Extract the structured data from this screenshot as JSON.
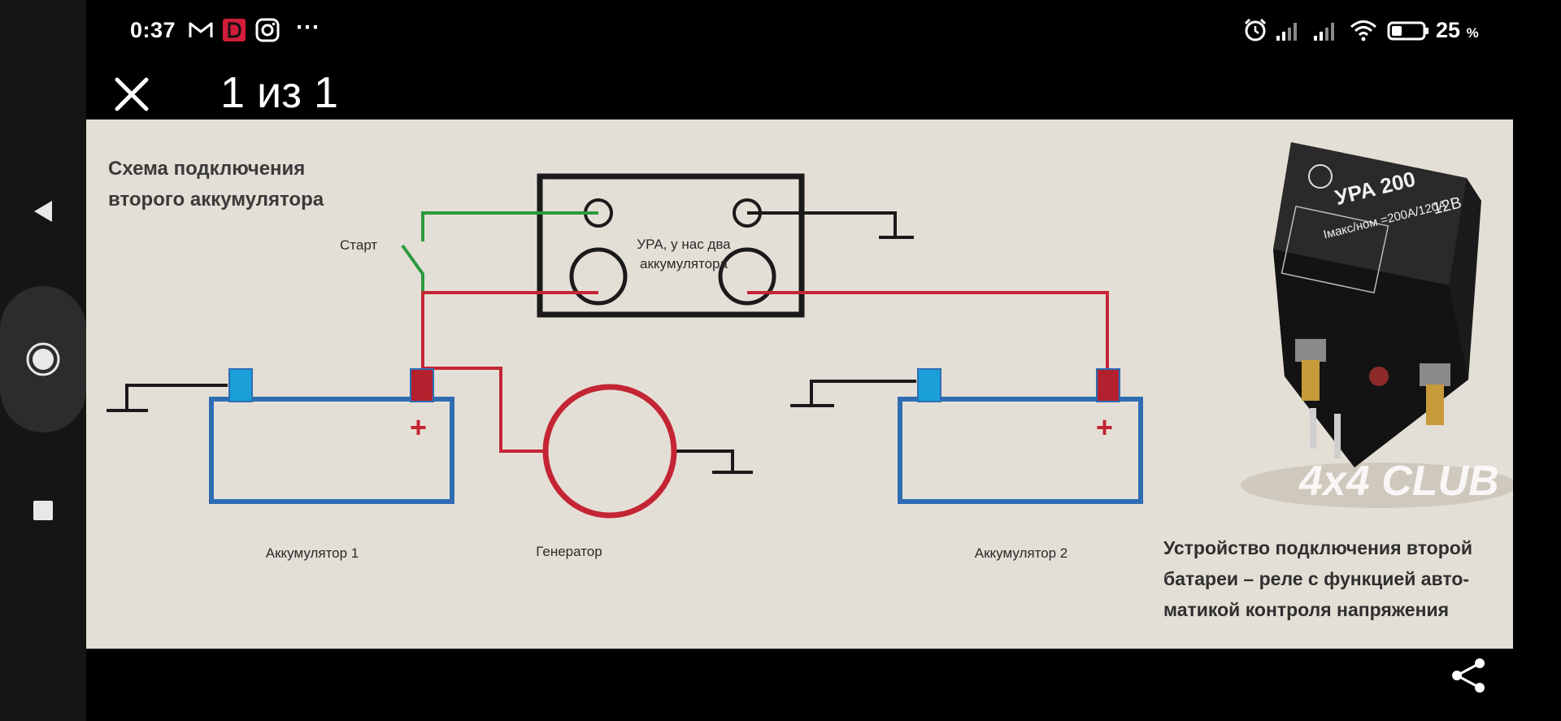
{
  "status_bar": {
    "time": "0:37",
    "battery_percent": "25",
    "battery_unit": "%",
    "more_icon": "⋯"
  },
  "toolbar": {
    "page_counter": "1 из 1"
  },
  "diagram": {
    "title": "Схема подключения второго аккумулятора",
    "start_label": "Старт",
    "ura_label": "УРА, у нас два аккумулятора",
    "battery1_label": "Аккумулятор 1",
    "battery2_label": "Аккумулятор 2",
    "generator_label": "Генератор",
    "plus_sign": "+",
    "device_caption_lines": [
      "Устройство подключения второй",
      "батареи – реле с функцией авто-",
      "матикой контроля напряжения"
    ],
    "device_model": "УРА 200",
    "device_voltage": "12В",
    "device_current": "Iмакс/ном =200А/120А",
    "watermark": "4x4 CLUB"
  },
  "colors": {
    "wire_green": "#2a9a3e",
    "wire_red": "#c42534",
    "battery_blue": "#2e6db4",
    "terminal_blue": "#1a9fd8",
    "terminal_red": "#b3202e",
    "image_bg": "#e4dfd6"
  }
}
